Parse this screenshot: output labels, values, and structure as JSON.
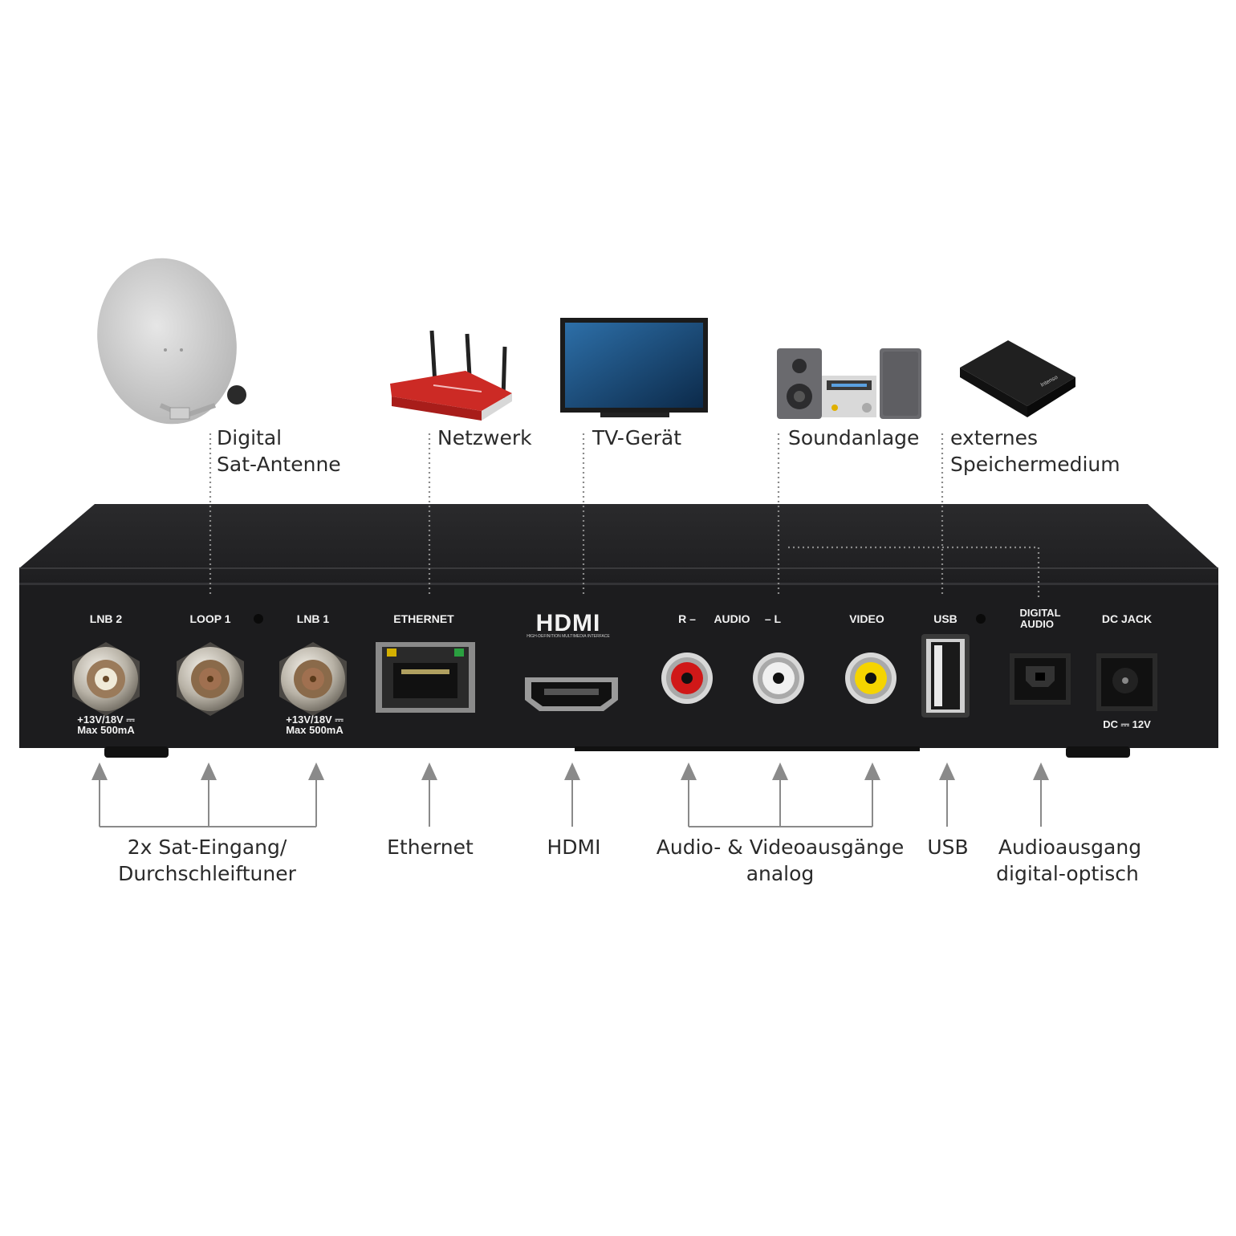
{
  "devices": {
    "satellite": {
      "line1": "Digital",
      "line2": "Sat-Antenne"
    },
    "network": {
      "label": "Netzwerk"
    },
    "tv": {
      "label": "TV-Gerät"
    },
    "sound": {
      "label": "Soundanlage"
    },
    "storage": {
      "line1": "externes",
      "line2": "Speichermedium",
      "brand": "Intenso"
    }
  },
  "ports": {
    "lnb2": "LNB 2",
    "loop1": "LOOP 1",
    "lnb1": "LNB 1",
    "ethernet": "ETHERNET",
    "hdmi_logo": "HDMI",
    "hdmi_sub": "HIGH-DEFINITION MULTIMEDIA INTERFACE",
    "audio_r": "R –",
    "audio": "AUDIO",
    "audio_l": "– L",
    "video": "VIDEO",
    "usb": "USB",
    "digital_audio_1": "DIGITAL",
    "digital_audio_2": "AUDIO",
    "dc_jack": "DC JACK",
    "lnb_spec_1": "+13V/18V ⎓",
    "lnb_spec_2": "Max 500mA",
    "dc_spec": "DC ⎓ 12V"
  },
  "bottom_labels": {
    "sat_in_1": "2x Sat-Eingang/",
    "sat_in_2": "Durchschleiftuner",
    "ethernet": "Ethernet",
    "hdmi": "HDMI",
    "av_1": "Audio- & Videoausgänge",
    "av_2": "analog",
    "usb": "USB",
    "optical_1": "Audioausgang",
    "optical_2": "digital-optisch"
  },
  "colors": {
    "device_body": "#1c1c1e",
    "rca_red": "#d01818",
    "rca_white": "#f0f0f0",
    "rca_yellow": "#f5d400",
    "connector_lines": "#8a8a8a"
  }
}
